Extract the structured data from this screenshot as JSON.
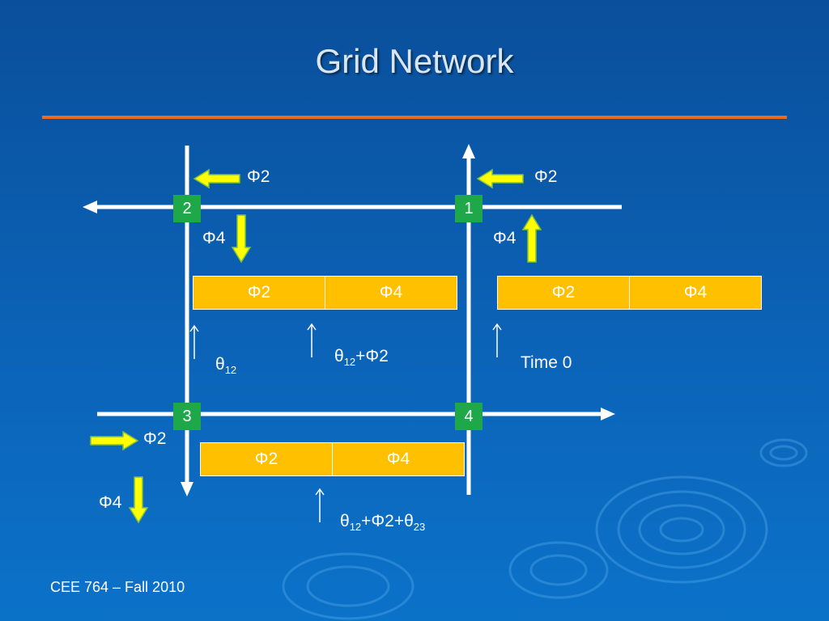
{
  "slide": {
    "title": "Grid Network",
    "footer": "CEE 764 – Fall 2010"
  },
  "nodes": {
    "n1": "1",
    "n2": "2",
    "n3": "3",
    "n4": "4"
  },
  "phase_labels": {
    "n2_left": "Φ2",
    "n2_down": "Φ4",
    "n1_left": "Φ2",
    "n1_up": "Φ4",
    "n3_right": "Φ2",
    "n3_down": "Φ4"
  },
  "phase_bars": {
    "bar_left": {
      "p2": "Φ2",
      "p4": "Φ4"
    },
    "bar_right": {
      "p2": "Φ2",
      "p4": "Φ4"
    },
    "bar_bottom": {
      "p2": "Φ2",
      "p4": "Φ4"
    }
  },
  "offsets": {
    "theta": "θ",
    "sub12": "12",
    "sub23": "23",
    "plus_phi2": "+Φ2",
    "plus_phi2_plus_theta": "+Φ2+θ",
    "time0": "Time 0"
  },
  "colors": {
    "background": "#0b5fb0",
    "rule": "#e86b1f",
    "node": "#1fa84a",
    "phase_bar": "#ffc000",
    "phase_arrow": "#ffff00"
  }
}
